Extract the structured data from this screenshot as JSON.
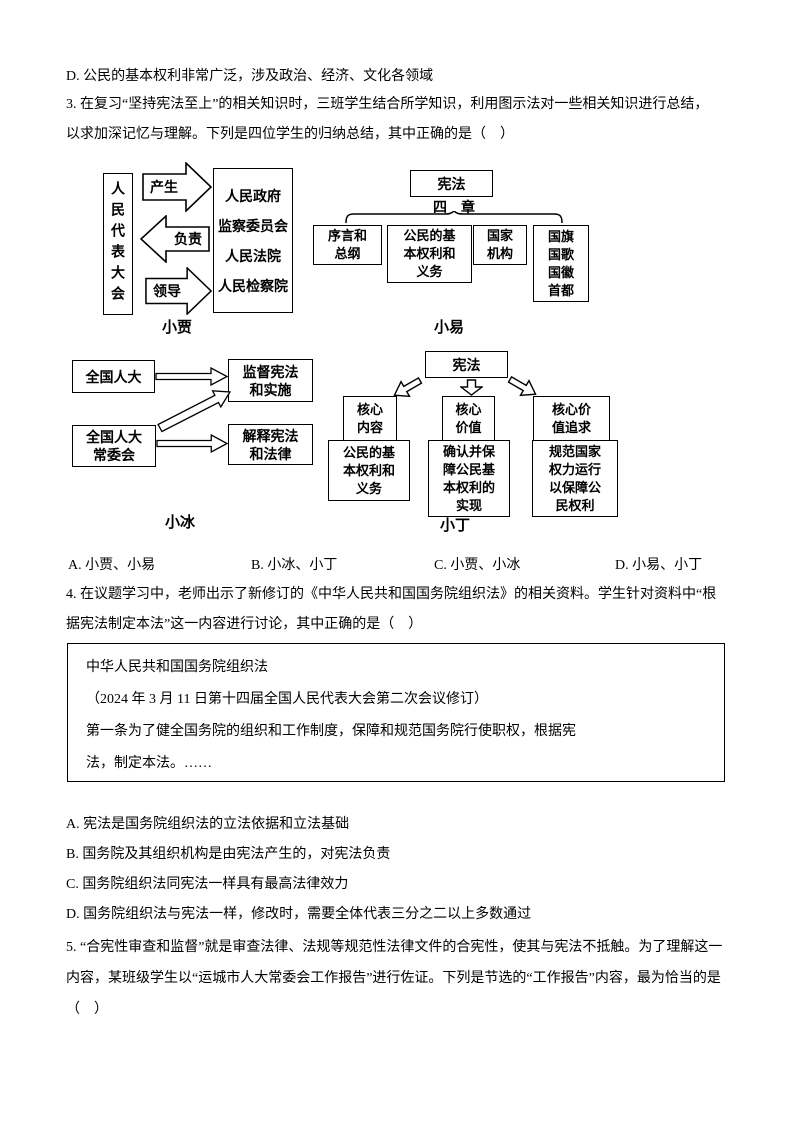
{
  "page": {
    "background": "#ffffff",
    "text_color": "#000000",
    "border_color": "#000000"
  },
  "q2": {
    "option_d": "D. 公民的基本权利非常广泛，涉及政治、经济、文化各领域"
  },
  "q3": {
    "stem": "3. 在复习“坚持宪法至上”的相关知识时，三班学生结合所学知识，利用图示法对一些相关知识进行总结，\n以求加深记忆与理解。下列是四位学生的归纳总结，其中正确的是（　）",
    "options": [
      "A. 小贾、小易",
      "B. 小冰、小丁",
      "C. 小贾、小冰",
      "D. 小易、小丁"
    ]
  },
  "diagrams": {
    "xiaojia": {
      "student": "小贾",
      "left_box": "人民代表大会",
      "arrow_produce": "产生",
      "arrow_responsible": "负责",
      "arrow_lead": "领导",
      "right_box": "人民政府\n监察委员会\n人民法院\n人民检察院"
    },
    "xiaoyi": {
      "student": "小易",
      "constitution": "宪法",
      "chapters": "四　章",
      "box1": "序言和\n总纲",
      "box2": "公民的基\n本权利和\n义务",
      "box3": "国家\n机构",
      "box4": "国旗\n国歌\n国徽\n首都"
    },
    "xiaobing": {
      "student": "小冰",
      "npc": "全国人大",
      "npc_standing": "全国人大\n常委会",
      "supervise": "监督宪法\n和实施",
      "interpret": "解释宪法\n和法律"
    },
    "xiaoding": {
      "student": "小丁",
      "constitution": "宪法",
      "header1": "核心\n内容",
      "header2": "核心\n价值",
      "header3": "核心价\n值追求",
      "body1": "公民的基\n本权利和\n义务",
      "body2": "确认并保\n障公民基\n本权利的\n实现",
      "body3": "规范国家\n权力运行\n以保障公\n民权利"
    }
  },
  "q4": {
    "stem": "4. 在议题学习中，老师出示了新修订的《中华人民共和国国务院组织法》的相关资料。学生针对资料中“根\n据宪法制定本法”这一内容进行讨论，其中正确的是（　）",
    "material": "中华人民共和国国务院组织法\n（2024 年 3 月 11 日第十四届全国人民代表大会第二次会议修订）\n第一条为了健全国务院的组织和工作制度，保障和规范国务院行使职权，根据宪\n法，制定本法。……",
    "options": [
      "A. 宪法是国务院组织法的立法依据和立法基础",
      "B. 国务院及其组织机构是由宪法产生的，对宪法负责",
      "C. 国务院组织法同宪法一样具有最高法律效力",
      "D. 国务院组织法与宪法一样，修改时，需要全体代表三分之二以上多数通过"
    ]
  },
  "q5": {
    "stem": "5. “合宪性审查和监督”就是审查法律、法规等规范性法律文件的合宪性，使其与宪法不抵触。为了理解这一\n内容，某班级学生以“运城市人大常委会工作报告”进行佐证。下列是节选的“工作报告”内容，最为恰当的是\n（　）"
  }
}
